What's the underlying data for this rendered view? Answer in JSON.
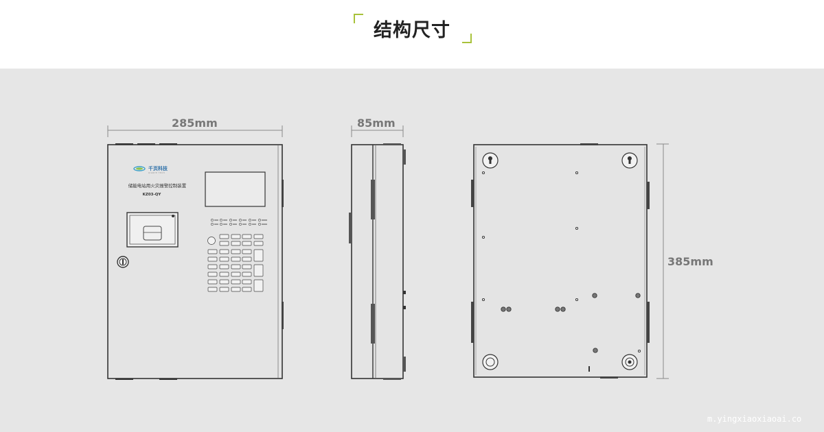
{
  "header": {
    "title": "结构尺寸"
  },
  "dimensions": {
    "width": "285mm",
    "depth": "85mm",
    "height": "385mm"
  },
  "device": {
    "brand": "千页科技",
    "brand_sub": "QIANYE TECH",
    "product_name": "储能电站用火灾报警控制装置",
    "model": "KZ03-QY"
  },
  "watermark": "m.yingxiaoxiaoai.co",
  "colors": {
    "accent": "#a8c23a",
    "background": "#e6e6e6",
    "line": "#333333",
    "dim_text": "#777777"
  }
}
